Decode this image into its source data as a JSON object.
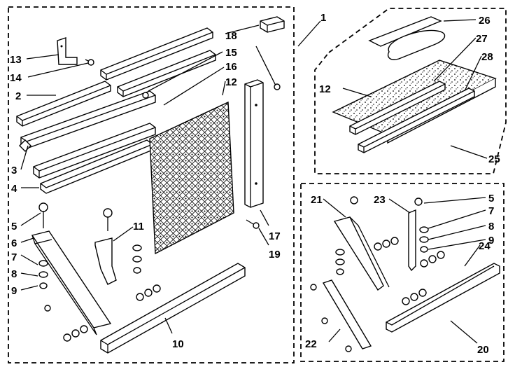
{
  "labels": {
    "l1": "1",
    "l2": "2",
    "l3": "3",
    "l4": "4",
    "l5a": "5",
    "l5b": "5",
    "l6": "6",
    "l7a": "7",
    "l7b": "7",
    "l8a": "8",
    "l8b": "8",
    "l9a": "9",
    "l9b": "9",
    "l10": "10",
    "l11": "11",
    "l12a": "12",
    "l12b": "12",
    "l13": "13",
    "l14": "14",
    "l15": "15",
    "l16": "16",
    "l17": "17",
    "l18": "18",
    "l19": "19",
    "l20": "20",
    "l21": "21",
    "l22": "22",
    "l23": "23",
    "l24": "24",
    "l25": "25",
    "l26": "26",
    "l27": "27",
    "l28": "28"
  }
}
